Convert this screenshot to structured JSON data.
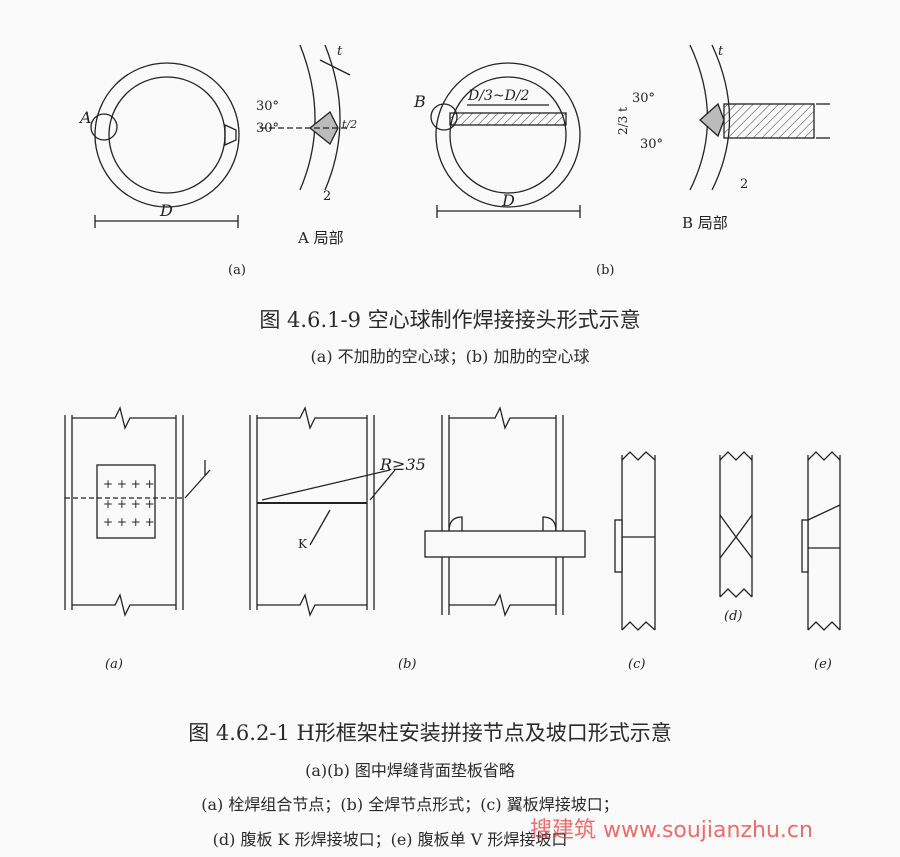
{
  "figure1": {
    "a": {
      "marker": "A",
      "dim": "D",
      "detail_label": "A 局部",
      "sub_label": "(a)",
      "angle_top": "30°",
      "angle_bottom": "30°",
      "thickness": "t",
      "half_t": "t/2",
      "gap": "2"
    },
    "b": {
      "marker": "B",
      "dim": "D",
      "rib_dim": "D/3~D/2",
      "detail_label": "B 局部",
      "sub_label": "(b)",
      "angle_top": "30°",
      "angle_bottom": "30°",
      "thickness": "t",
      "two_thirds": "2/3 t",
      "gap": "2"
    },
    "caption": "图 4.6.1-9   空心球制作焊接接头形式示意",
    "subcaption": "(a) 不加肋的空心球；(b) 加肋的空心球"
  },
  "figure2": {
    "labels": {
      "a": "(a)",
      "b": "(b)",
      "c": "(c)",
      "d": "(d)",
      "e": "(e)"
    },
    "r_note": "R≥35",
    "k_note": "K",
    "caption": "图 4.6.2-1   H形框架柱安装拼接节点及坡口形式示意",
    "note": "(a)(b) 图中焊缝背面垫板省略",
    "legend_line1": "(a) 栓焊组合节点；(b) 全焊节点形式；(c) 翼板焊接坡口；",
    "legend_line2": "(d) 腹板 K 形焊接坡口；(e) 腹板单 V 形焊接坡口"
  },
  "watermark": "搜建筑 www.soujianzhu.cn"
}
